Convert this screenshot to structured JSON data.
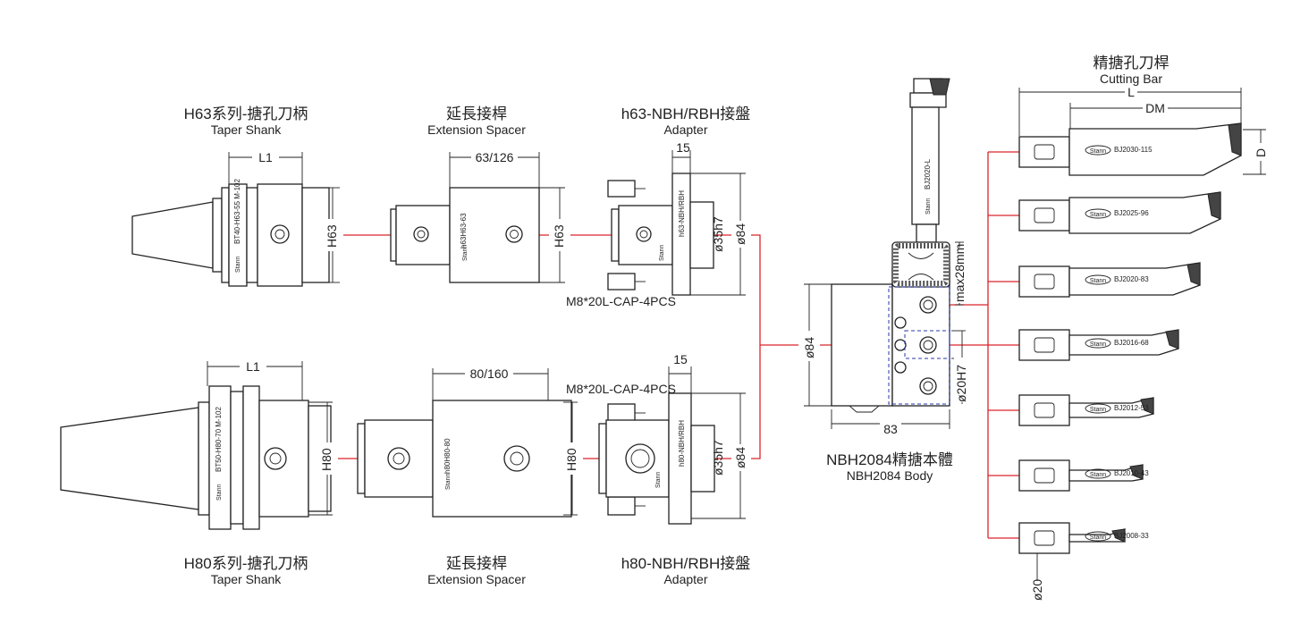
{
  "h63_shank": {
    "zh": "H63系列-搪孔刀柄",
    "en": "Taper Shank",
    "dim_len": "L1",
    "dim_h": "H63",
    "marking": "BT40-H63-55 M-102"
  },
  "h63_spacer": {
    "zh": "延長接桿",
    "en": "Extension Spacer",
    "dim_len": "63/126",
    "dim_h": "H63",
    "marking": "h63H63-63"
  },
  "h63_adapter": {
    "zh": "h63-NBH/RBH接盤",
    "en": "Adapter",
    "dim_w": "15",
    "dim_bore": "ø35h7",
    "dim_dia": "ø84",
    "screws": "M8*20L-CAP-4PCS",
    "marking": "h63-NBH/RBH"
  },
  "h80_shank": {
    "zh": "H80系列-搪孔刀柄",
    "en": "Taper Shank",
    "dim_len": "L1",
    "dim_h": "H80",
    "marking": "BT50-H80-70 M-102"
  },
  "h80_spacer": {
    "zh": "延長接桿",
    "en": "Extension Spacer",
    "dim_len": "80/160",
    "dim_h": "H80",
    "marking": "h80H80-80"
  },
  "h80_adapter": {
    "zh": "h80-NBH/RBH接盤",
    "en": "Adapter",
    "dim_w": "15",
    "dim_bore": "ø35h7",
    "dim_dia": "ø84",
    "screws": "M8*20L-CAP-4PCS",
    "marking": "h80-NBH/RBH"
  },
  "body": {
    "zh": "NBH2084精搪本體",
    "en": "NBH2084 Body",
    "dim_dia": "ø84",
    "dim_len": "83",
    "dim_max": "max28mm",
    "dim_bore": "ø20H7"
  },
  "top_bar": {
    "marking": "BJ2020-L"
  },
  "cutting_bar": {
    "zh": "精搪孔刀桿",
    "en": "Cutting Bar",
    "dim_l": "L",
    "dim_dm": "DM",
    "dim_d": "D",
    "dim_shank": "ø20"
  },
  "brand": "Stann",
  "bars": [
    "BJ2030-115",
    "BJ2025-96",
    "BJ2020-83",
    "BJ2016-68",
    "BJ2012-53",
    "BJ2010-43",
    "BJ2008-33"
  ],
  "colors": {
    "connector": "#d9252a",
    "outline": "#222222",
    "dashed_frame": "#2a3aa8"
  }
}
